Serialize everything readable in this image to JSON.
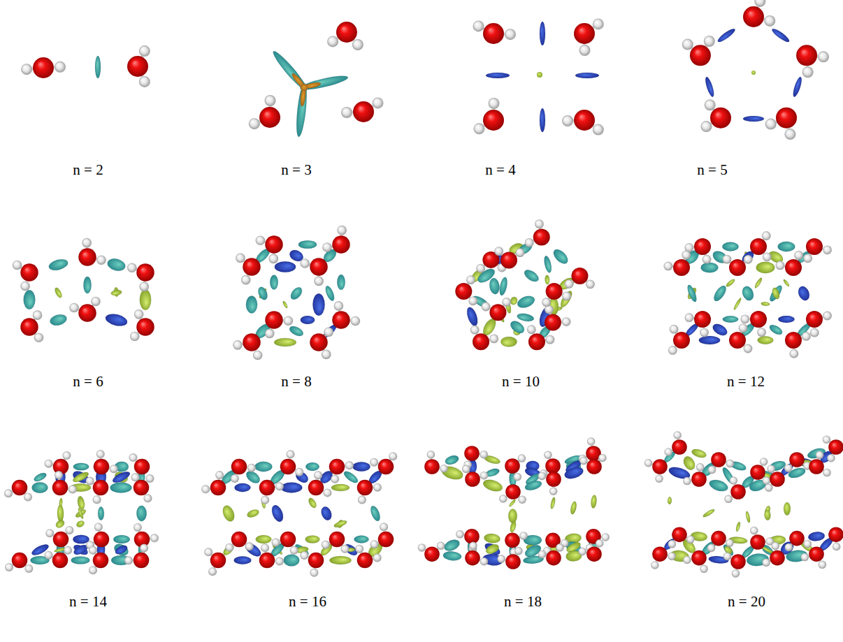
{
  "diagram": {
    "labels": [
      "n = 2",
      "n = 3",
      "n = 4",
      "n = 5",
      "n = 6",
      "n = 8",
      "n = 10",
      "n = 12",
      "n = 14",
      "n = 16",
      "n = 18",
      "n = 20"
    ]
  }
}
